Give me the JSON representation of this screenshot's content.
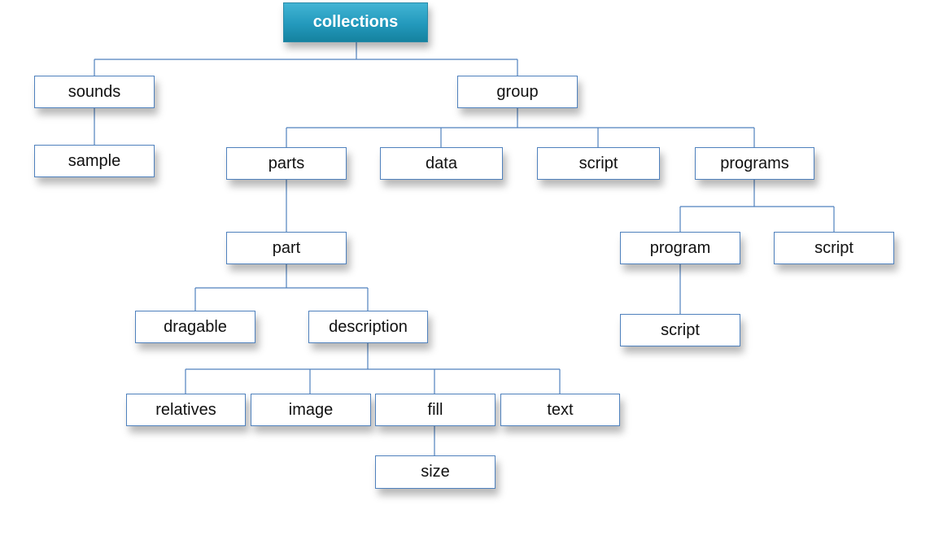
{
  "diagram": {
    "root": "collections",
    "nodes": {
      "sounds": "sounds",
      "sample": "sample",
      "group": "group",
      "parts": "parts",
      "data": "data",
      "script_group": "script",
      "programs": "programs",
      "part": "part",
      "program": "program",
      "script_programs": "script",
      "script_program": "script",
      "dragable": "dragable",
      "description": "description",
      "relatives": "relatives",
      "image": "image",
      "fill": "fill",
      "text": "text",
      "size": "size"
    },
    "tree": [
      {
        "id": "root",
        "children": [
          "sounds",
          "group"
        ]
      },
      {
        "id": "sounds",
        "children": [
          "sample"
        ]
      },
      {
        "id": "group",
        "children": [
          "parts",
          "data",
          "script_group",
          "programs"
        ]
      },
      {
        "id": "parts",
        "children": [
          "part"
        ]
      },
      {
        "id": "programs",
        "children": [
          "program",
          "script_programs"
        ]
      },
      {
        "id": "program",
        "children": [
          "script_program"
        ]
      },
      {
        "id": "part",
        "children": [
          "dragable",
          "description"
        ]
      },
      {
        "id": "description",
        "children": [
          "relatives",
          "image",
          "fill",
          "text"
        ]
      },
      {
        "id": "fill",
        "children": [
          "size"
        ]
      }
    ],
    "colors": {
      "connector": "#4f81bd",
      "node_border": "#4f81bd",
      "root_fill": "#2399bc",
      "root_text": "#ffffff"
    }
  }
}
